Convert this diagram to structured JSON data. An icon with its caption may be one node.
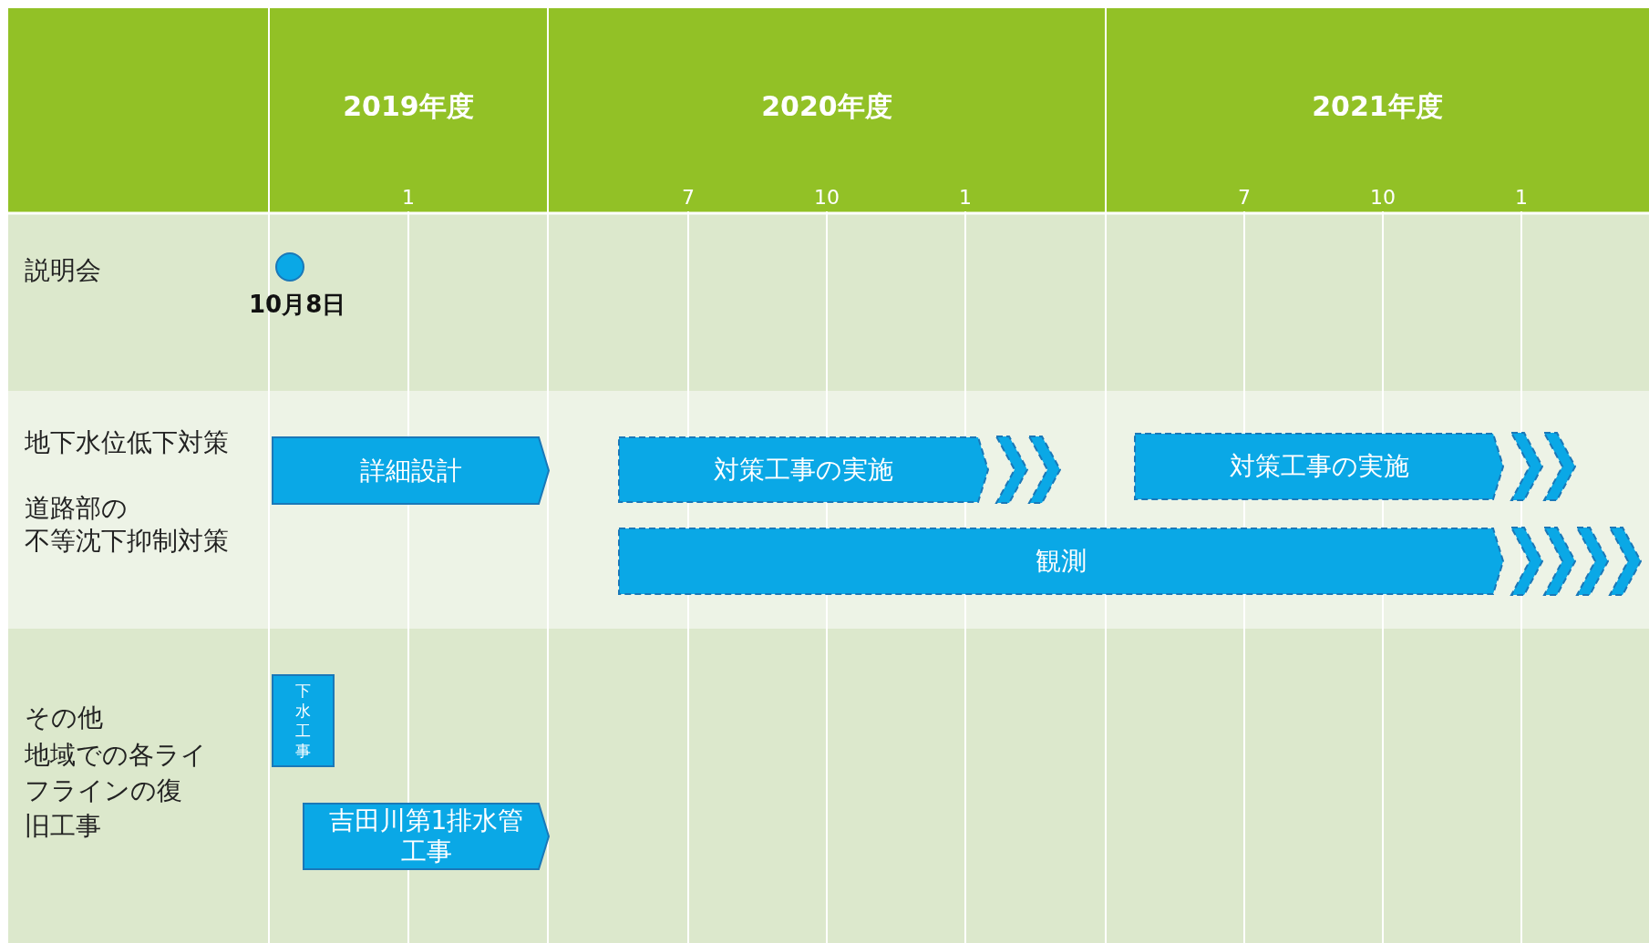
{
  "diagram": {
    "nodes": [
      {
        "text": [],
        "shape": "circle",
        "beside": [
          "10月8日"
        ]
      },
      {
        "text": [
          "詳細設計"
        ]
      },
      {
        "text": [
          "対策工事の実施"
        ]
      },
      {
        "text": [
          "対策工事の実施"
        ]
      },
      {
        "text": [
          "観測"
        ]
      },
      {
        "text": [
          "下水工事"
        ]
      },
      {
        "text": [
          "吉田川第1排水管工事"
        ]
      }
    ],
    "edges": [],
    "labels": [
      "2019年度",
      "2020年度",
      "2021年度",
      "1",
      "7",
      "10",
      "1",
      "7",
      "10",
      "1",
      "説明会",
      "地下水位低下対策",
      "道路部の",
      "不等沈下抑制対策",
      "その他",
      "地域での各ライフラインの復旧工事"
    ]
  }
}
